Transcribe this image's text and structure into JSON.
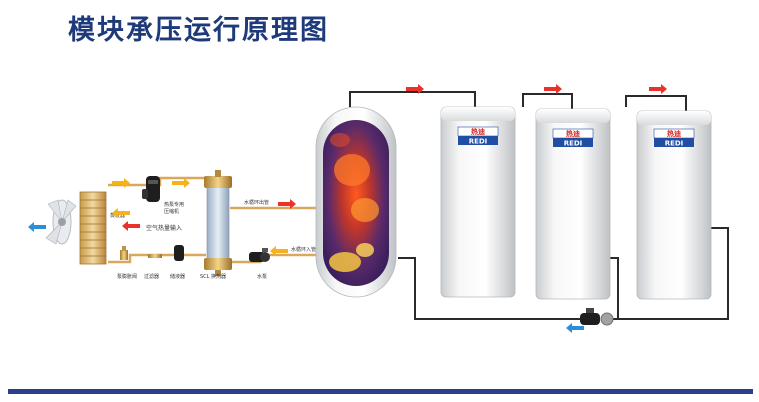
{
  "title": "模块承压运行原理图",
  "brand": {
    "cn": "热迪",
    "en": "REDI"
  },
  "labels": {
    "evaporator": "蒸发器",
    "compressor": "热泵专用压缩机",
    "air_heat_input": "空气热量输入",
    "expansion_valve": "泵膨胀阀",
    "filter": "过滤器",
    "receiver": "储液器",
    "heat_exchanger": "SCL 换热器",
    "water_pump": "水泵",
    "loop_out": "水循环出管",
    "loop_in": "水循环入管"
  },
  "colors": {
    "title": "#1e3a7b",
    "footer": "#2b3e8c",
    "arrow_hot": "#e8322a",
    "arrow_warm": "#f6b21a",
    "arrow_cold": "#2a8fd8",
    "brand_bg": "#1f4ea3",
    "brand_cn": "#d2231e"
  }
}
